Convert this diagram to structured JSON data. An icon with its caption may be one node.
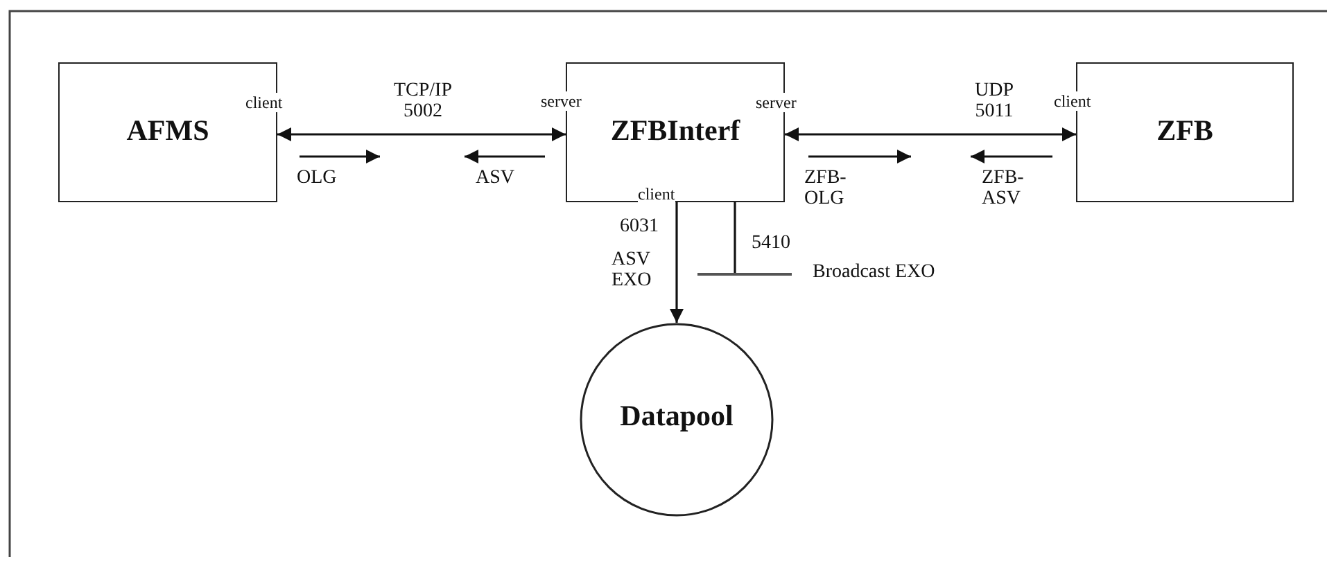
{
  "diagram": {
    "nodes": [
      {
        "text": [
          "AFMS",
          "client"
        ]
      },
      {
        "text": [
          "ZFBInterf",
          "server",
          "client"
        ],
        "beside": [
          "server"
        ]
      },
      {
        "text": [
          "ZFB"
        ],
        "beside": [
          "client"
        ]
      },
      {
        "text": [
          "Datapool"
        ]
      },
      {
        "text": [],
        "shape": "bar",
        "beside": [
          "Broadcast EXO"
        ]
      }
    ],
    "edges": [
      {
        "from": 0,
        "to": 1,
        "arrow": "both",
        "label": "TCP/IP 5002"
      },
      {
        "from": 1,
        "to": 2,
        "arrow": "both",
        "label": "UDP 5011"
      },
      {
        "from": 1,
        "to": 3,
        "arrow": "to",
        "label": "6031"
      },
      {
        "from": 1,
        "to": 4,
        "arrow": "none",
        "label": "5410"
      }
    ],
    "labels": [
      "OLG",
      "ASV",
      "ZFB-OLG",
      "ZFB-ASV",
      "ASV EXO"
    ]
  }
}
